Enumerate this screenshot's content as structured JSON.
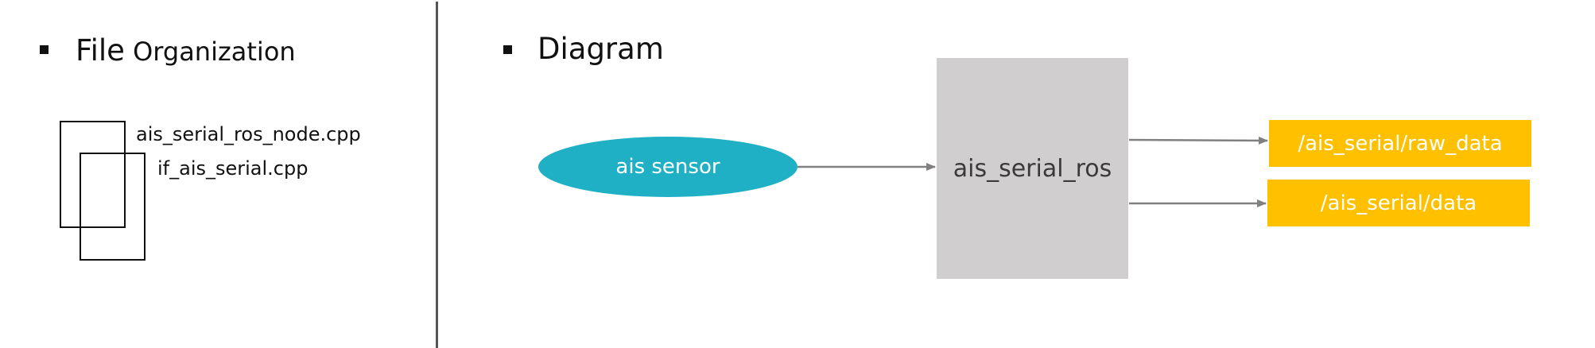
{
  "left_section": {
    "heading_first": "File",
    "heading_rest": " Organization",
    "files": [
      "ais_serial_ros_node.cpp",
      "if_ais_serial.cpp"
    ]
  },
  "diagram_section": {
    "heading": "Diagram",
    "source": "ais sensor",
    "node": "ais_serial_ros",
    "topics": [
      "/ais_serial/raw_data",
      "/ais_serial/data"
    ],
    "colors": {
      "source": "#20b0c6",
      "node": "#d0cecf",
      "topic": "#ffc000",
      "arrow": "#808080"
    }
  }
}
